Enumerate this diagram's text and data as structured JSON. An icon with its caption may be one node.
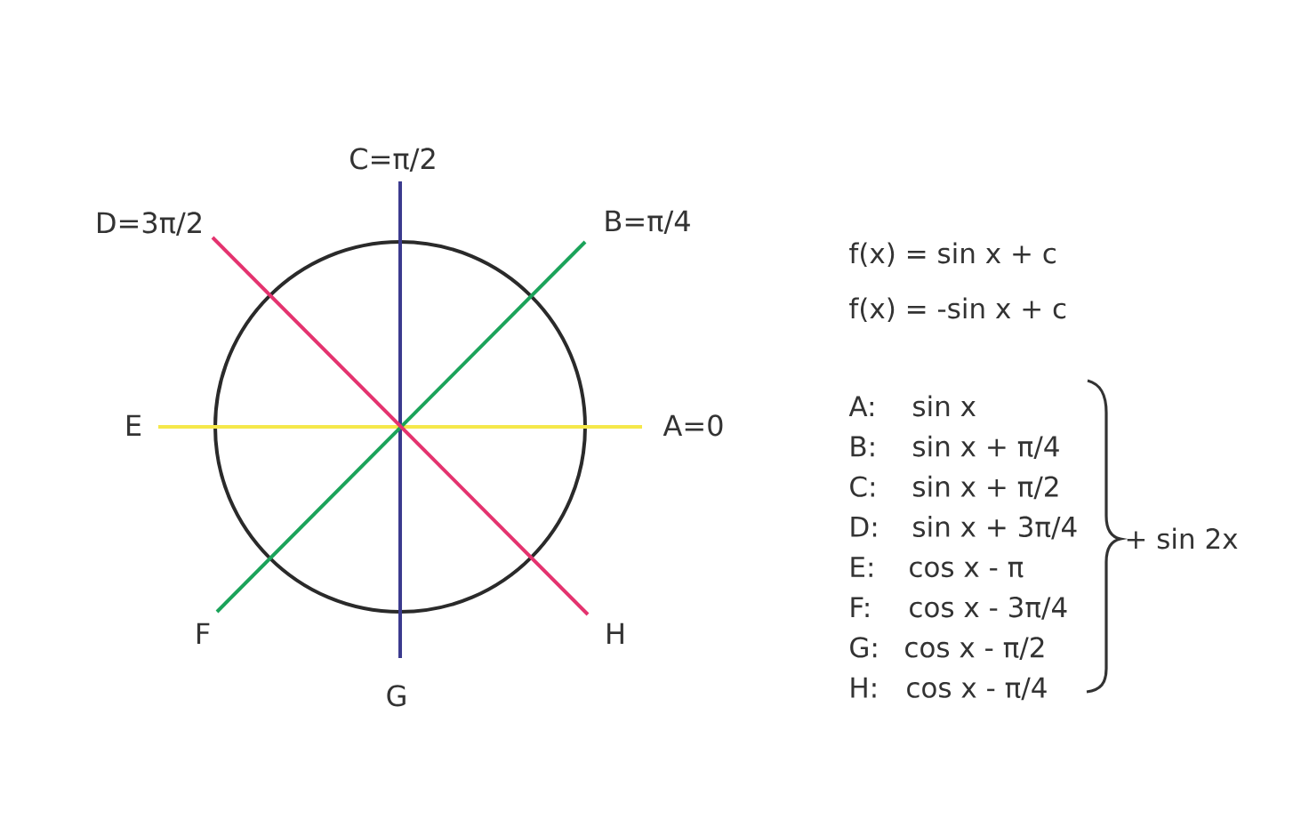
{
  "diagram": {
    "nodes": [
      {
        "text": [
          "C=π/2"
        ]
      },
      {
        "text": [
          "D=3π/2"
        ]
      },
      {
        "text": [
          "B=π/4"
        ]
      },
      {
        "text": [
          "E"
        ]
      },
      {
        "text": [
          "A=0"
        ]
      },
      {
        "text": [
          "F"
        ]
      },
      {
        "text": [
          "H"
        ]
      },
      {
        "text": [
          "G"
        ]
      }
    ],
    "edges": [
      {
        "from": 3,
        "to": 4,
        "arrow": "none",
        "color": "#f5e84a"
      },
      {
        "from": 0,
        "to": 7,
        "arrow": "none",
        "color": "#3b3a8e"
      },
      {
        "from": 5,
        "to": 2,
        "arrow": "none",
        "color": "#1ba35a"
      },
      {
        "from": 1,
        "to": 6,
        "arrow": "none",
        "color": "#e4336f"
      }
    ],
    "labels": [
      "f(x) = sin x + c",
      "f(x) = -sin x + c",
      "A:",
      "sin x",
      "B:",
      "sin x + π/4",
      "C:",
      "sin x + π/2",
      "D:",
      "sin x + 3π/4",
      "E:",
      "cos x - π",
      "F:",
      "cos x - 3π/4",
      "G:",
      "cos x - π/2",
      "H:",
      "cos x - π/4",
      "+ sin 2x"
    ]
  }
}
